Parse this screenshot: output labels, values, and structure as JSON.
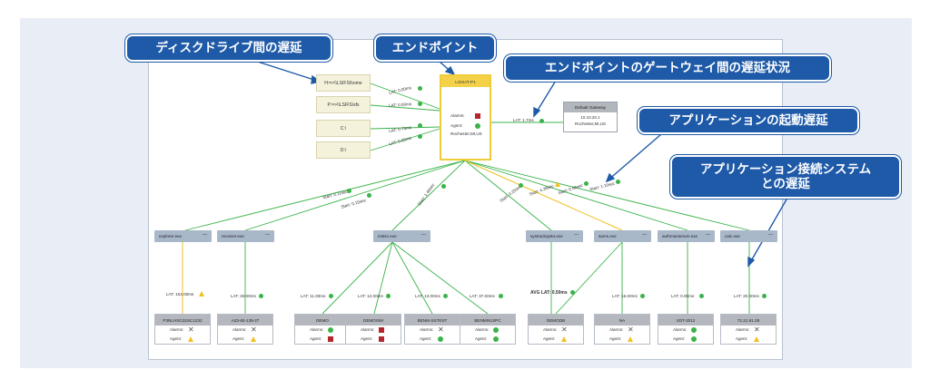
{
  "callouts": {
    "disk": "ディスクドライブ間の遅延",
    "endpoint": "エンドポイント",
    "gateway": "エンドポイントのゲートウェイ間の遅延状況",
    "startup": "アプリケーションの起動遅延",
    "system_l1": "アプリケーション接続システム",
    "system_l2": "との遅延"
  },
  "drives": [
    {
      "label": "H:=>\\\\LSIFS\\home",
      "lat": "LAT: 0.00ms"
    },
    {
      "label": "P:=>\\\\LSIFS\\sfs",
      "lat": "LAT: 0.00ms"
    },
    {
      "label": "C:\\",
      "lat": "LAT: 0.73ms"
    },
    {
      "label": "D:\\",
      "lat": "LAT: 0.00ms"
    }
  ],
  "endpoint": {
    "title": "LSIXAT-P1",
    "alarms_label": "Alarms:",
    "agent_label": "Agent:",
    "location": "Rochester,MI,US"
  },
  "gateway": {
    "title": "Default Gateway",
    "ip": "10.10.20.1",
    "location": "Rochester,MI,US",
    "lat": "LAT: 1.7ms"
  },
  "apps": [
    {
      "name": "explorer.exe",
      "more": "—",
      "start": "Start: 0.11sec"
    },
    {
      "name": "receiver.exe",
      "more": "—",
      "start": "Start: 0.15sec"
    },
    {
      "name": "mstsc.exe",
      "more": "—",
      "start": "Start: 1.40sec"
    },
    {
      "name": "systrackop64.exe",
      "more": "—",
      "start": "Start: 0.25sec"
    },
    {
      "name": "sams.exe",
      "more": "—",
      "start": "Start: 4.28sec"
    },
    {
      "name": "authmanserver.exe",
      "more": "—",
      "start": "Start: 0.58sec"
    },
    {
      "name": "calc.exe",
      "more": "—",
      "start": "Start: 1.10sec"
    }
  ],
  "servers": [
    {
      "name": "P3NLHSG32SC1232",
      "lat": "LAT: 154.00ms",
      "alarm": "x",
      "agent": "warn",
      "lat_status": "warn"
    },
    {
      "name": "A23-60-139-27",
      "lat": "LAT: 26.00ms",
      "alarm": "x",
      "agent": "warn",
      "lat_status": "ok"
    },
    {
      "name": "DEMO",
      "lat": "LAT: 11.00ms",
      "alarm": "ok",
      "agent": "red",
      "lat_status": "ok"
    },
    {
      "name": "DEMOSIM",
      "lat": "LAT: 12.00ms",
      "alarm": "red",
      "agent": "red",
      "lat_status": "ok"
    },
    {
      "name": "BENM-SSTEST",
      "lat": "LAT: 13.00ms",
      "alarm": "x",
      "agent": "ok",
      "lat_status": "ok"
    },
    {
      "name": "BENMIN10PC",
      "lat": "LAT: 37.00ms",
      "alarm": "ok",
      "agent": "ok",
      "lat_status": "ok"
    },
    {
      "name": "DEMODB",
      "lat": "AVG LAT: 0.50ms",
      "alarm": "x",
      "agent": "warn",
      "lat_status": "ok"
    },
    {
      "name": "NA",
      "lat": "LAT: 16.00ms",
      "alarm": "x",
      "agent": "warn",
      "lat_status": "ok"
    },
    {
      "name": "XDT-2012",
      "lat": "LAT: 0.00ms",
      "alarm": "ok",
      "agent": "ok",
      "lat_status": "ok"
    },
    {
      "name": "72.21.91.29",
      "lat": "LAT: 20.00ms",
      "alarm": "x",
      "agent": "warn",
      "lat_status": "ok"
    }
  ],
  "labels": {
    "alarms": "Alarms:",
    "agent": "Agent:"
  },
  "colors": {
    "ok": "#3bb34a",
    "warn": "#f0c020",
    "red": "#b3262b",
    "callout": "#1e5aa8",
    "endpoint": "#f3d24a"
  }
}
